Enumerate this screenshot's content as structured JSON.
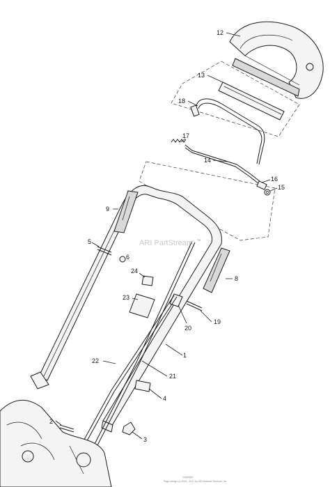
{
  "watermark": "ARI PartStream",
  "watermark_tm": "TM",
  "copyright": [
    "Copyright",
    "Page design (c) 2004 - 2017 by ARI Network Services, Inc."
  ],
  "callouts": {
    "c1": "1",
    "c2": "2",
    "c3": "3",
    "c4": "4",
    "c5": "5",
    "c6": "6",
    "c8": "8",
    "c9": "9",
    "c12": "12",
    "c13": "13",
    "c14": "14",
    "c15": "15",
    "c16": "16",
    "c17": "17",
    "c18": "18",
    "c19": "19",
    "c20": "20",
    "c21": "21",
    "c22": "22",
    "c23": "23",
    "c24": "24"
  }
}
